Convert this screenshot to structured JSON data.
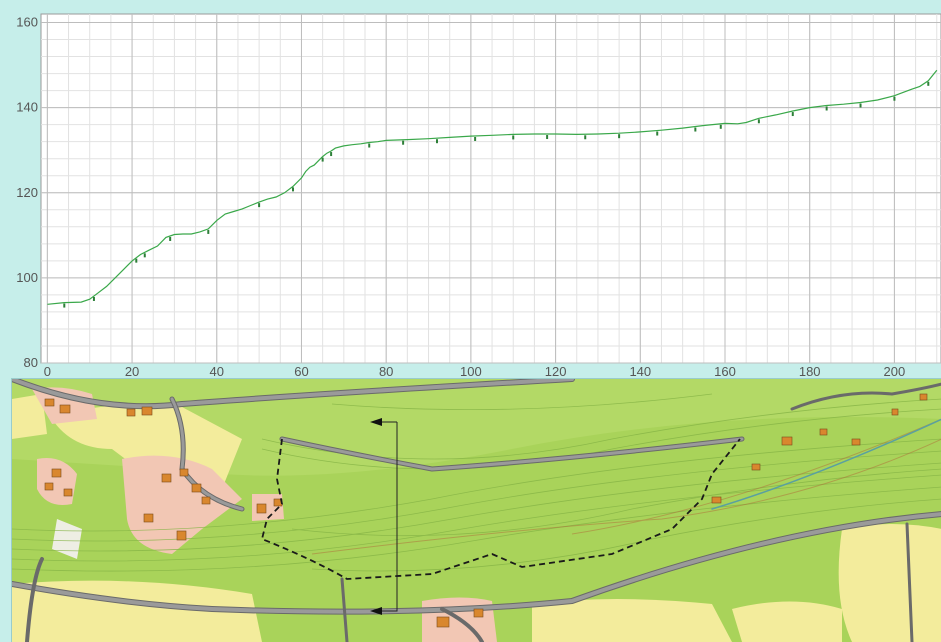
{
  "chart_data": {
    "type": "line",
    "title": "",
    "xlabel": "",
    "ylabel": "",
    "xlim": [
      -1.5,
      211
    ],
    "ylim": [
      80,
      162
    ],
    "x_ticks": [
      0,
      20,
      40,
      60,
      80,
      100,
      120,
      140,
      160,
      180,
      200
    ],
    "y_ticks": [
      80,
      100,
      120,
      140,
      160
    ],
    "grid": true,
    "series": [
      {
        "color": "#3aa84a",
        "x": [
          0,
          4,
          8,
          10,
          12,
          14,
          16,
          18,
          20,
          22,
          24,
          26,
          28,
          30,
          32,
          34,
          36,
          38,
          40,
          42,
          44,
          46,
          48,
          50,
          52,
          54,
          56,
          58,
          60,
          61,
          62,
          63,
          64,
          65,
          66,
          67,
          68,
          70,
          72,
          74,
          76,
          78,
          80,
          85,
          90,
          95,
          100,
          105,
          110,
          115,
          120,
          125,
          130,
          135,
          140,
          145,
          150,
          155,
          160,
          163,
          165,
          168,
          172,
          176,
          180,
          184,
          188,
          192,
          196,
          200,
          204,
          206,
          208,
          210
        ],
        "y": [
          93.8,
          94.2,
          94.3,
          95,
          96.5,
          98,
          100,
          102,
          104,
          105.5,
          106.5,
          107.5,
          109.5,
          110.2,
          110.3,
          110.3,
          110.8,
          111.5,
          113.5,
          115,
          115.6,
          116.2,
          117,
          117.8,
          118.5,
          119,
          120,
          121.5,
          123.5,
          125,
          126,
          126.5,
          127.5,
          128.5,
          129.3,
          129.8,
          130.5,
          131,
          131.3,
          131.5,
          131.8,
          132,
          132.3,
          132.5,
          132.7,
          133,
          133.3,
          133.5,
          133.7,
          133.8,
          133.8,
          133.7,
          133.8,
          134,
          134.3,
          134.7,
          135.2,
          135.8,
          136.3,
          136.2,
          136.5,
          137.5,
          138.3,
          139.2,
          140,
          140.5,
          140.8,
          141.2,
          141.8,
          142.8,
          144.3,
          145,
          146.3,
          148.8
        ]
      }
    ],
    "point_markers_x": [
      4,
      11,
      21,
      23,
      29,
      38,
      50,
      58,
      65,
      67,
      76,
      84,
      92,
      101,
      110,
      118,
      127,
      135,
      144,
      153,
      159,
      168,
      176,
      184,
      192,
      200,
      208
    ]
  },
  "map": {
    "colors": {
      "forest": "#a9d35a",
      "forest_dark": "#9cc94c",
      "farmland": "#f3ec9c",
      "residential": "#f2c7b4",
      "road": "#8c8c8c",
      "road_edge": "#6a6a6a",
      "building": "#d9872e",
      "contour": "#7fae3e",
      "boundary": "#1a1a1a",
      "arrow": "#111111"
    }
  }
}
